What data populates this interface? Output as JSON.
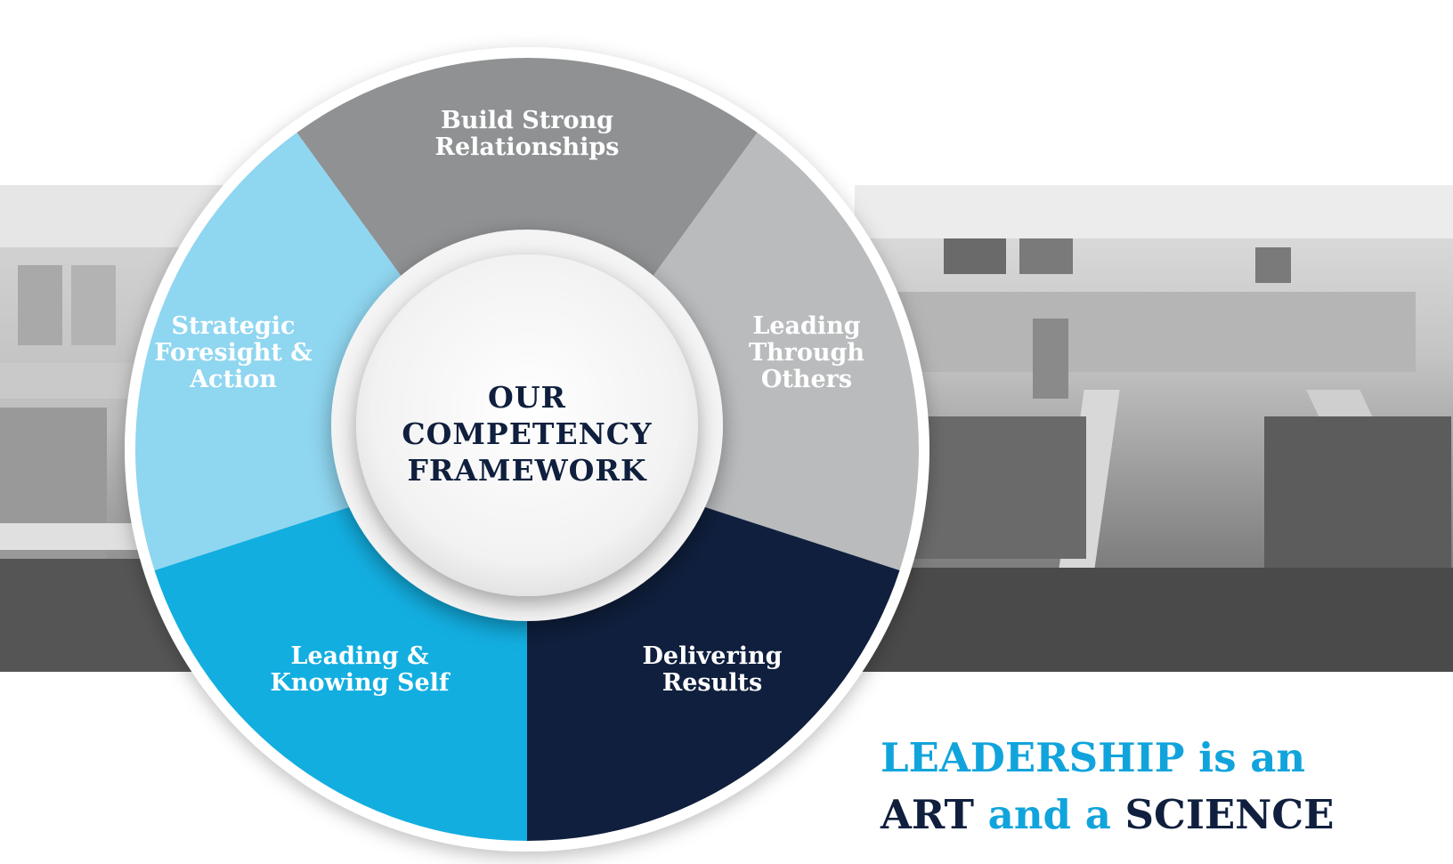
{
  "center": {
    "lines": [
      "OUR",
      "COMPETENCY",
      "FRAMEWORK"
    ]
  },
  "segments": [
    {
      "id": "build-strong-relationships",
      "lines": [
        "Build Strong",
        "Relationships"
      ],
      "color": "#8f9193"
    },
    {
      "id": "leading-through-others",
      "lines": [
        "Leading",
        "Through",
        "Others"
      ],
      "color": "#b9bbbd"
    },
    {
      "id": "delivering-results",
      "lines": [
        "Delivering",
        "Results"
      ],
      "color": "#0f1f3d"
    },
    {
      "id": "leading-knowing-self",
      "lines": [
        "Leading &",
        "Knowing Self"
      ],
      "color": "#12aee0"
    },
    {
      "id": "strategic-foresight-action",
      "lines": [
        "Strategic",
        "Foresight &",
        "Action"
      ],
      "color": "#8fd6f0"
    }
  ],
  "tagline": {
    "line1": {
      "part1": "LEADERSHIP",
      "part2": " is an"
    },
    "line2": {
      "part1": "ART",
      "part2": " and a ",
      "part3": "SCIENCE"
    }
  },
  "colors": {
    "accent_blue": "#11a4dc",
    "navy": "#0f1f3d"
  }
}
